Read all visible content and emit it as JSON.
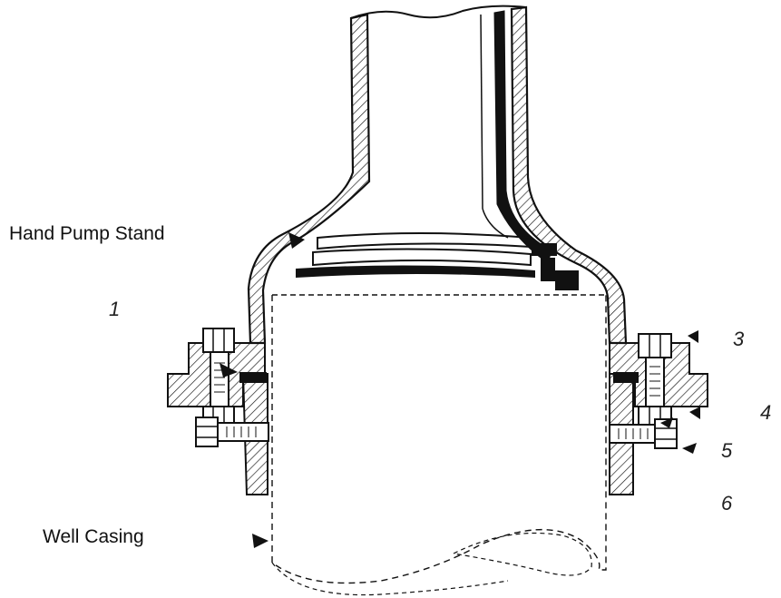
{
  "labels": {
    "hand_pump_stand": "Hand Pump Stand",
    "well_casing": "Well Casing",
    "n1": "1",
    "n3": "3",
    "n4": "4",
    "n5": "5",
    "n6": "6"
  },
  "colors": {
    "ink": "#111111",
    "background": "#ffffff"
  }
}
